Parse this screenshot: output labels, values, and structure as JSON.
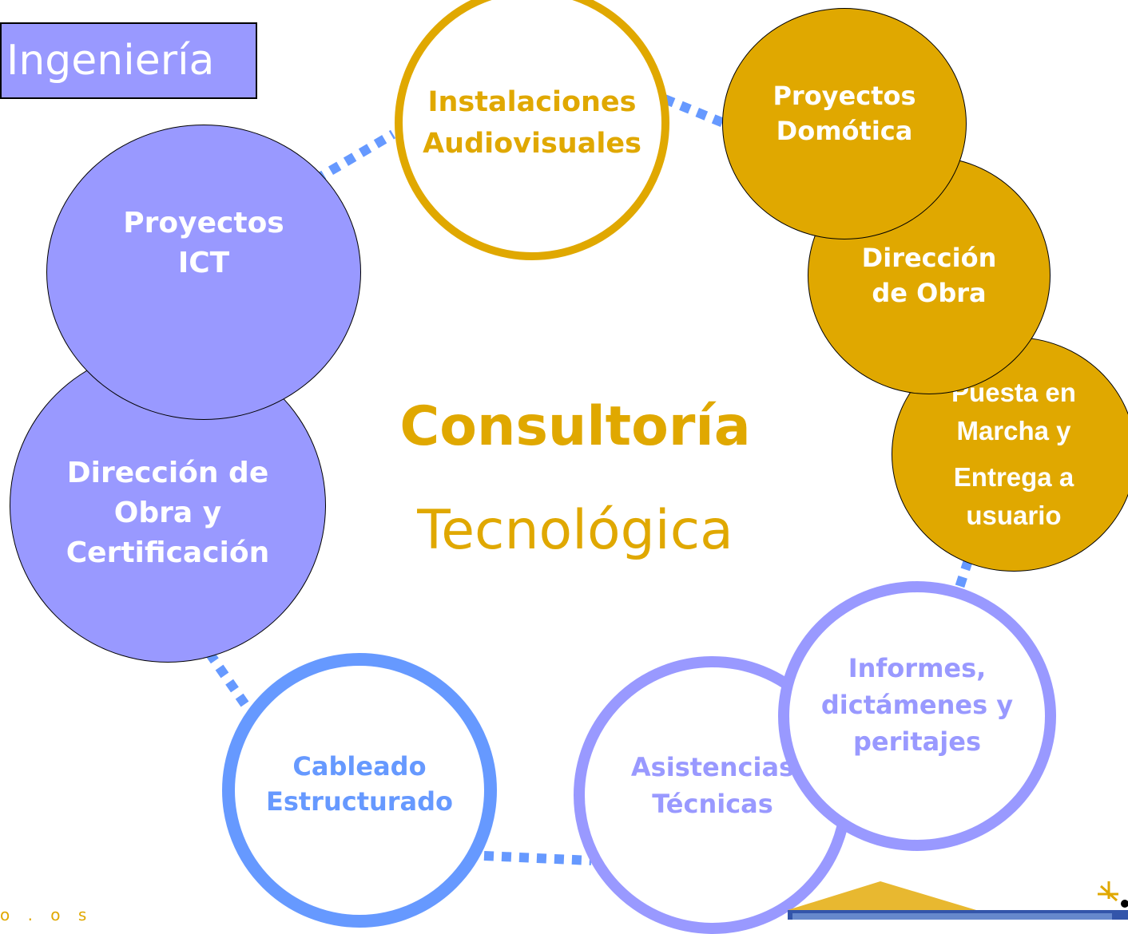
{
  "title": "Ingeniería",
  "center": {
    "line1": "Consultoría",
    "line2": "Tecnológica"
  },
  "nodes": {
    "instalaciones": [
      "Instalaciones",
      "Audiovisuales"
    ],
    "proyectos_domotica": [
      "Proyectos",
      "Domótica"
    ],
    "direccion_obra": [
      "Dirección",
      "de Obra"
    ],
    "puesta_marcha": [
      "Puesta en",
      "Marcha y",
      "Entrega a",
      "usuario"
    ],
    "proyectos_ict": [
      "Proyectos",
      "ICT"
    ],
    "direccion_certificacion": [
      "Dirección de",
      "Obra y",
      "Certificación"
    ],
    "cableado": [
      "Cableado",
      "Estructurado"
    ],
    "asistencias": [
      "Asistencias",
      "Técnicas"
    ],
    "informes": [
      "Informes,",
      "dictámenes y",
      "peritajes"
    ]
  },
  "footer": "o . o s",
  "colors": {
    "gold": "#e0a800",
    "purple": "#9999ff",
    "blue": "#6699ff",
    "connector": "#6699ff"
  }
}
